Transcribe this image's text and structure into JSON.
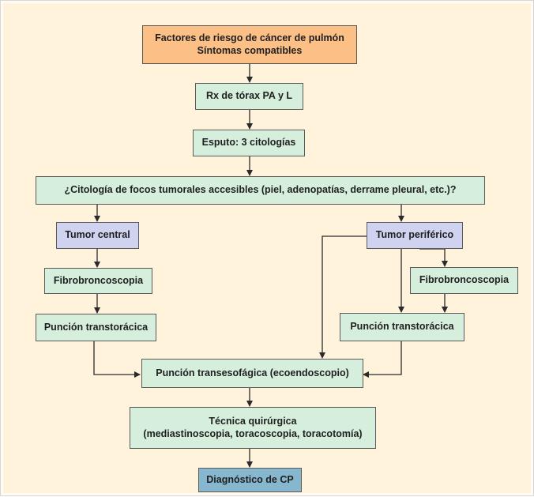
{
  "nodes": {
    "risk": "Factores de riesgo de cáncer de pulmón\nSíntomas compatibles",
    "rx": "Rx de tórax PA y L",
    "esputo": "Esputo: 3 citologías",
    "citologia": "¿Citología de focos tumorales accesibles (piel, adenopatías, derrame pleural, etc.)?",
    "tumor_central": "Tumor central",
    "tumor_periferico": "Tumor periférico",
    "fibro_left": "Fibrobroncoscopia",
    "fibro_right": "Fibrobroncoscopia",
    "puncion_left": "Punción transtorácica",
    "puncion_right": "Punción transtorácica",
    "transesofagica": "Punción transesofágica (ecoendoscopio)",
    "tecnica": "Técnica quirúrgica\n(mediastinoscopia, toracoscopia, toracotomía)",
    "diagnostico": "Diagnóstico de CP"
  },
  "colors": {
    "step": "#d6efdd",
    "start": "#fcbf86",
    "tumor": "#cfd3ef",
    "end": "#86b7cf",
    "background": "#fff3dc",
    "line": "#2b2b2b"
  }
}
